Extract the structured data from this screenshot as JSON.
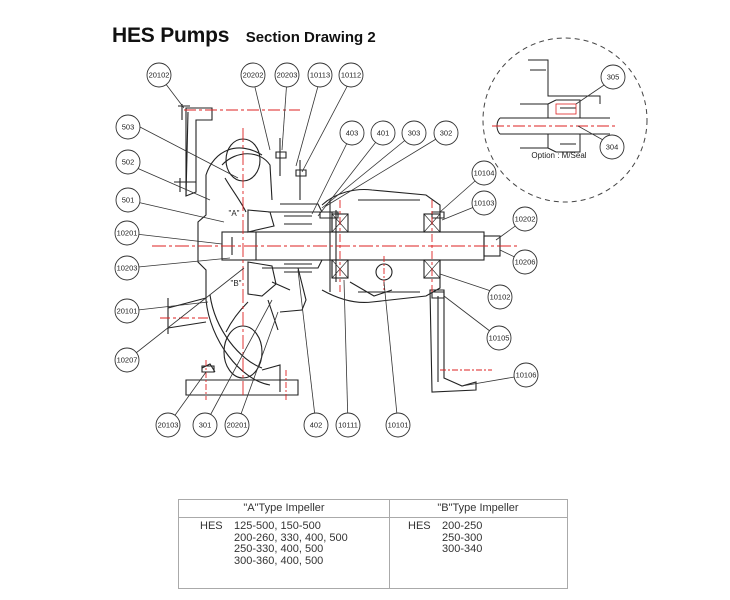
{
  "header": {
    "title": "HES Pumps",
    "subtitle": "Section Drawing 2"
  },
  "callouts": [
    {
      "label": "20102"
    },
    {
      "label": "20202"
    },
    {
      "label": "20203"
    },
    {
      "label": "10113"
    },
    {
      "label": "10112"
    },
    {
      "label": "503"
    },
    {
      "label": "502"
    },
    {
      "label": "501"
    },
    {
      "label": "10201"
    },
    {
      "label": "10203"
    },
    {
      "label": "20101"
    },
    {
      "label": "10207"
    },
    {
      "label": "403"
    },
    {
      "label": "401"
    },
    {
      "label": "303"
    },
    {
      "label": "302"
    },
    {
      "label": "10104"
    },
    {
      "label": "10103"
    },
    {
      "label": "10202"
    },
    {
      "label": "10206"
    },
    {
      "label": "10102"
    },
    {
      "label": "10105"
    },
    {
      "label": "10106"
    },
    {
      "label": "20103"
    },
    {
      "label": "301"
    },
    {
      "label": "20201"
    },
    {
      "label": "402"
    },
    {
      "label": "10111"
    },
    {
      "label": "10101"
    },
    {
      "label": "305"
    },
    {
      "label": "304"
    }
  ],
  "markers": {
    "a": "\"A\"",
    "b": "\"B\""
  },
  "detail": {
    "option_label": "Option : M/Seal"
  },
  "impeller_table": {
    "a_header": "\"A\"Type Impeller",
    "b_header": "\"B\"Type Impeller",
    "prefix": "HES",
    "a_models": [
      "125-500, 150-500",
      "200-260, 330, 400, 500",
      "250-330, 400, 500",
      "300-360, 400, 500"
    ],
    "b_models": [
      "200-250",
      "250-300",
      "300-340"
    ]
  }
}
